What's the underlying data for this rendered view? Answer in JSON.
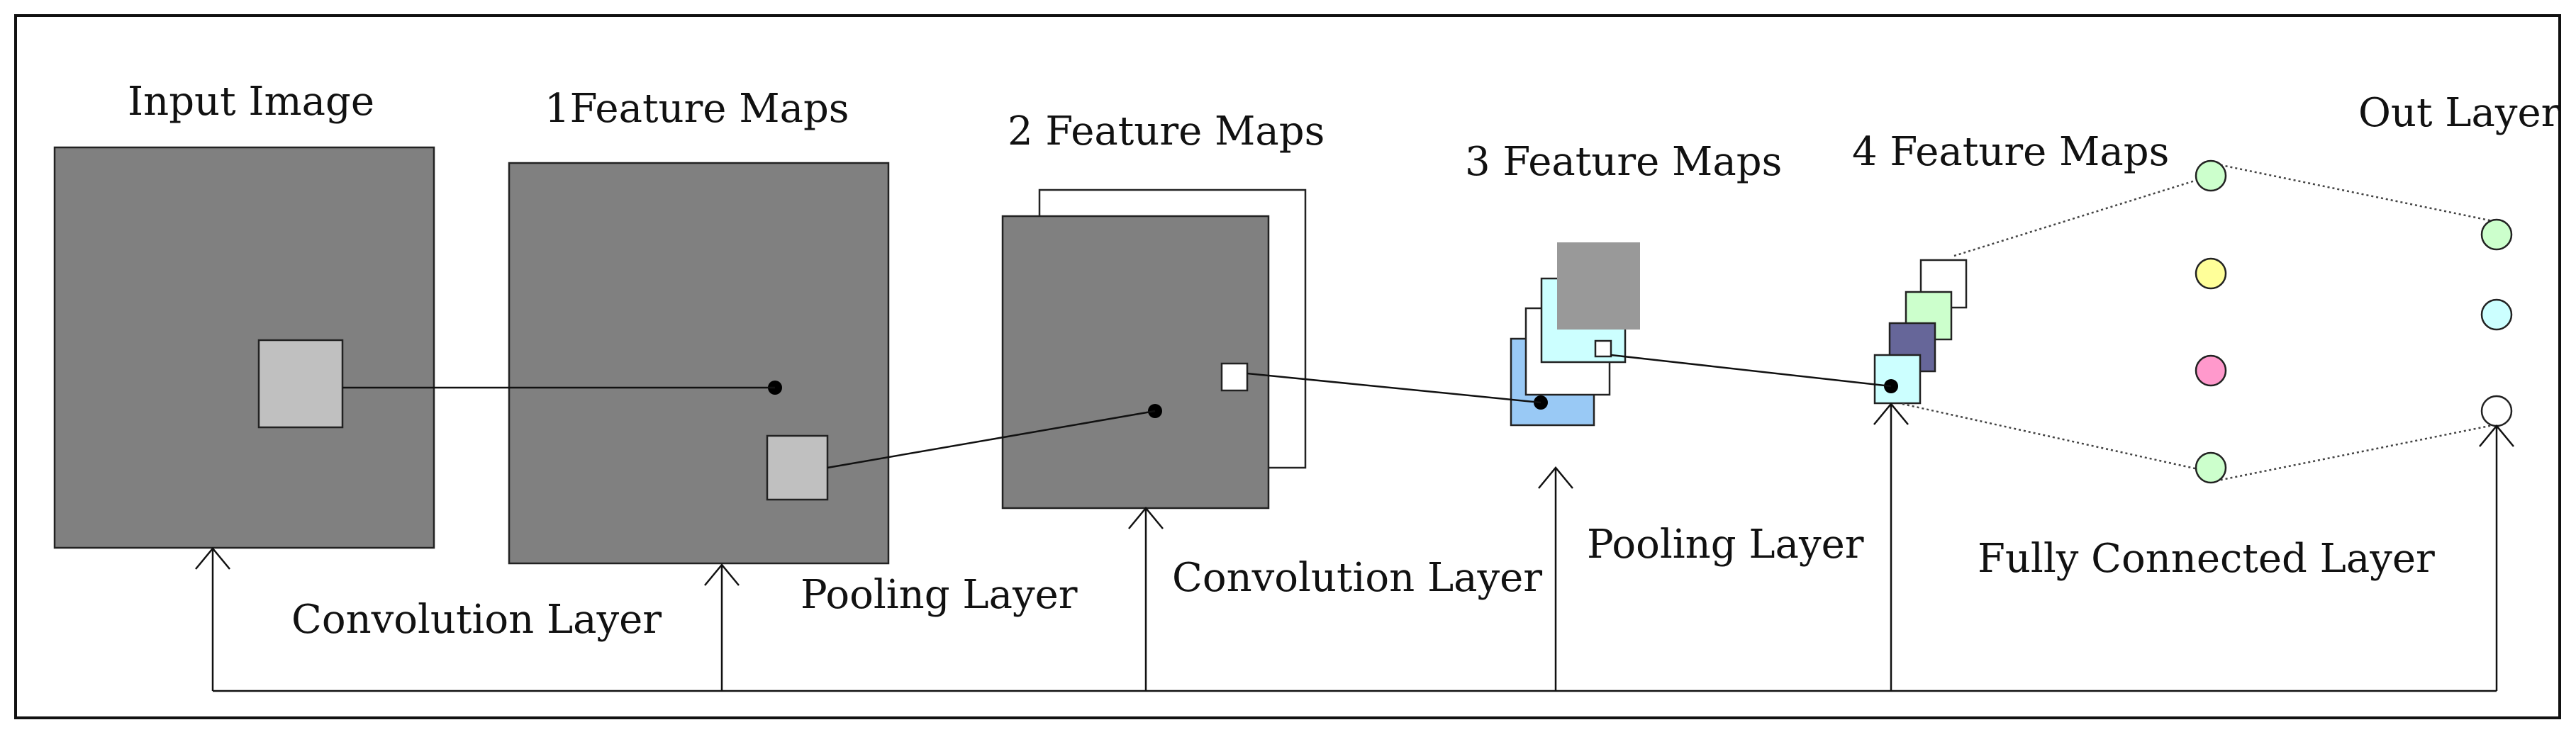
{
  "labels": {
    "input_image": "Input Image",
    "feature_maps_1": "1Feature Maps",
    "feature_maps_2": "2 Feature Maps",
    "feature_maps_3": "3 Feature Maps",
    "feature_maps_4": "4 Feature Maps",
    "out_layer": "Out Layer",
    "convolution_layer_1": "Convolution Layer",
    "pooling_layer_1": "Pooling Layer",
    "convolution_layer_2": "Convolution Layer",
    "pooling_layer_2": "Pooling Layer",
    "fully_connected_layer": "Fully Connected Layer"
  },
  "colors": {
    "feature_map_gray": "#808080",
    "kernel_gray": "#c0c0c0",
    "map3_back_gray": "#999999",
    "map3_cyan": "#ccffff",
    "map3_blue": "#99c9f5",
    "map4_green": "#ccffcc",
    "map4_navy": "#666699",
    "map4_cyan": "#ccffff",
    "hidden_node_green": "#ccffcc",
    "hidden_node_yellow": "#ffff99",
    "hidden_node_pink": "#ff99cc",
    "out_node_green": "#ccffcc",
    "out_node_cyan": "#ccffff",
    "out_node_white": "#ffffff"
  }
}
